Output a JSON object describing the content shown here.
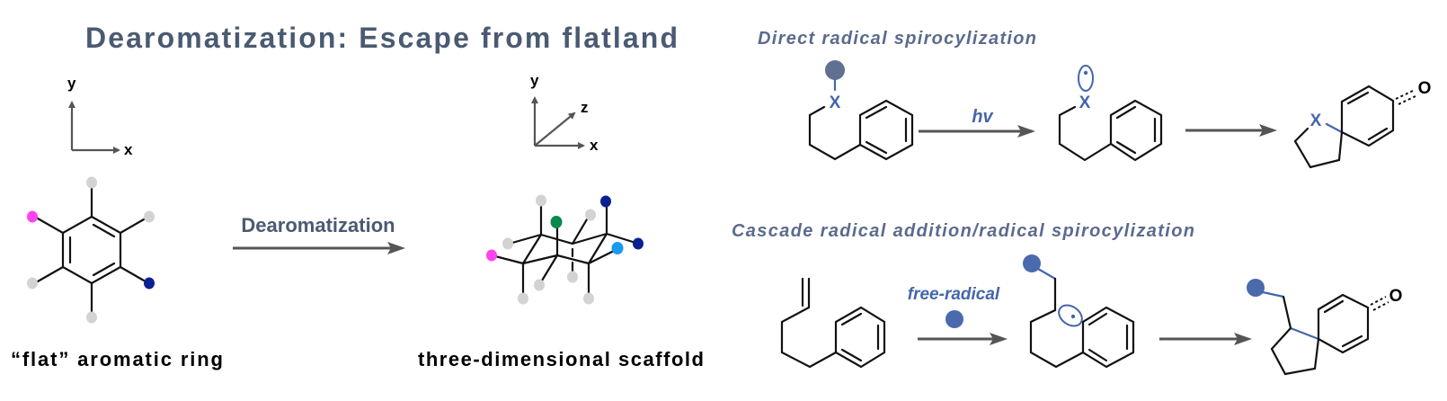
{
  "title": "Dearomatization: Escape from flatland",
  "left": {
    "axes2d": {
      "x": "x",
      "y": "y"
    },
    "axes3d": {
      "x": "x",
      "y": "y",
      "z": "z"
    },
    "arrow_label": "Dearomatization",
    "flat_label": "“flat” aromatic ring",
    "scaffold_label": "three-dimensional scaffold"
  },
  "right": {
    "direct_heading": "Direct radical spirocylization",
    "cascade_heading": "Cascade radical addition/radical spirocylization",
    "hv_label": "hv",
    "free_radical_label": "free-radical",
    "heteroatom": "X",
    "oxygen": "O"
  },
  "colors": {
    "title": "#4a5a72",
    "heading": "#5b6b8e",
    "accent_blue": "#4466aa",
    "radical_dot": "#4a6aae",
    "group_dot": "#5f7090",
    "h_gray": "#d3d3d3",
    "magenta": "#ff44ee",
    "navy": "#0a2090",
    "green": "#0a8a4a",
    "light_blue": "#1a9af0"
  }
}
